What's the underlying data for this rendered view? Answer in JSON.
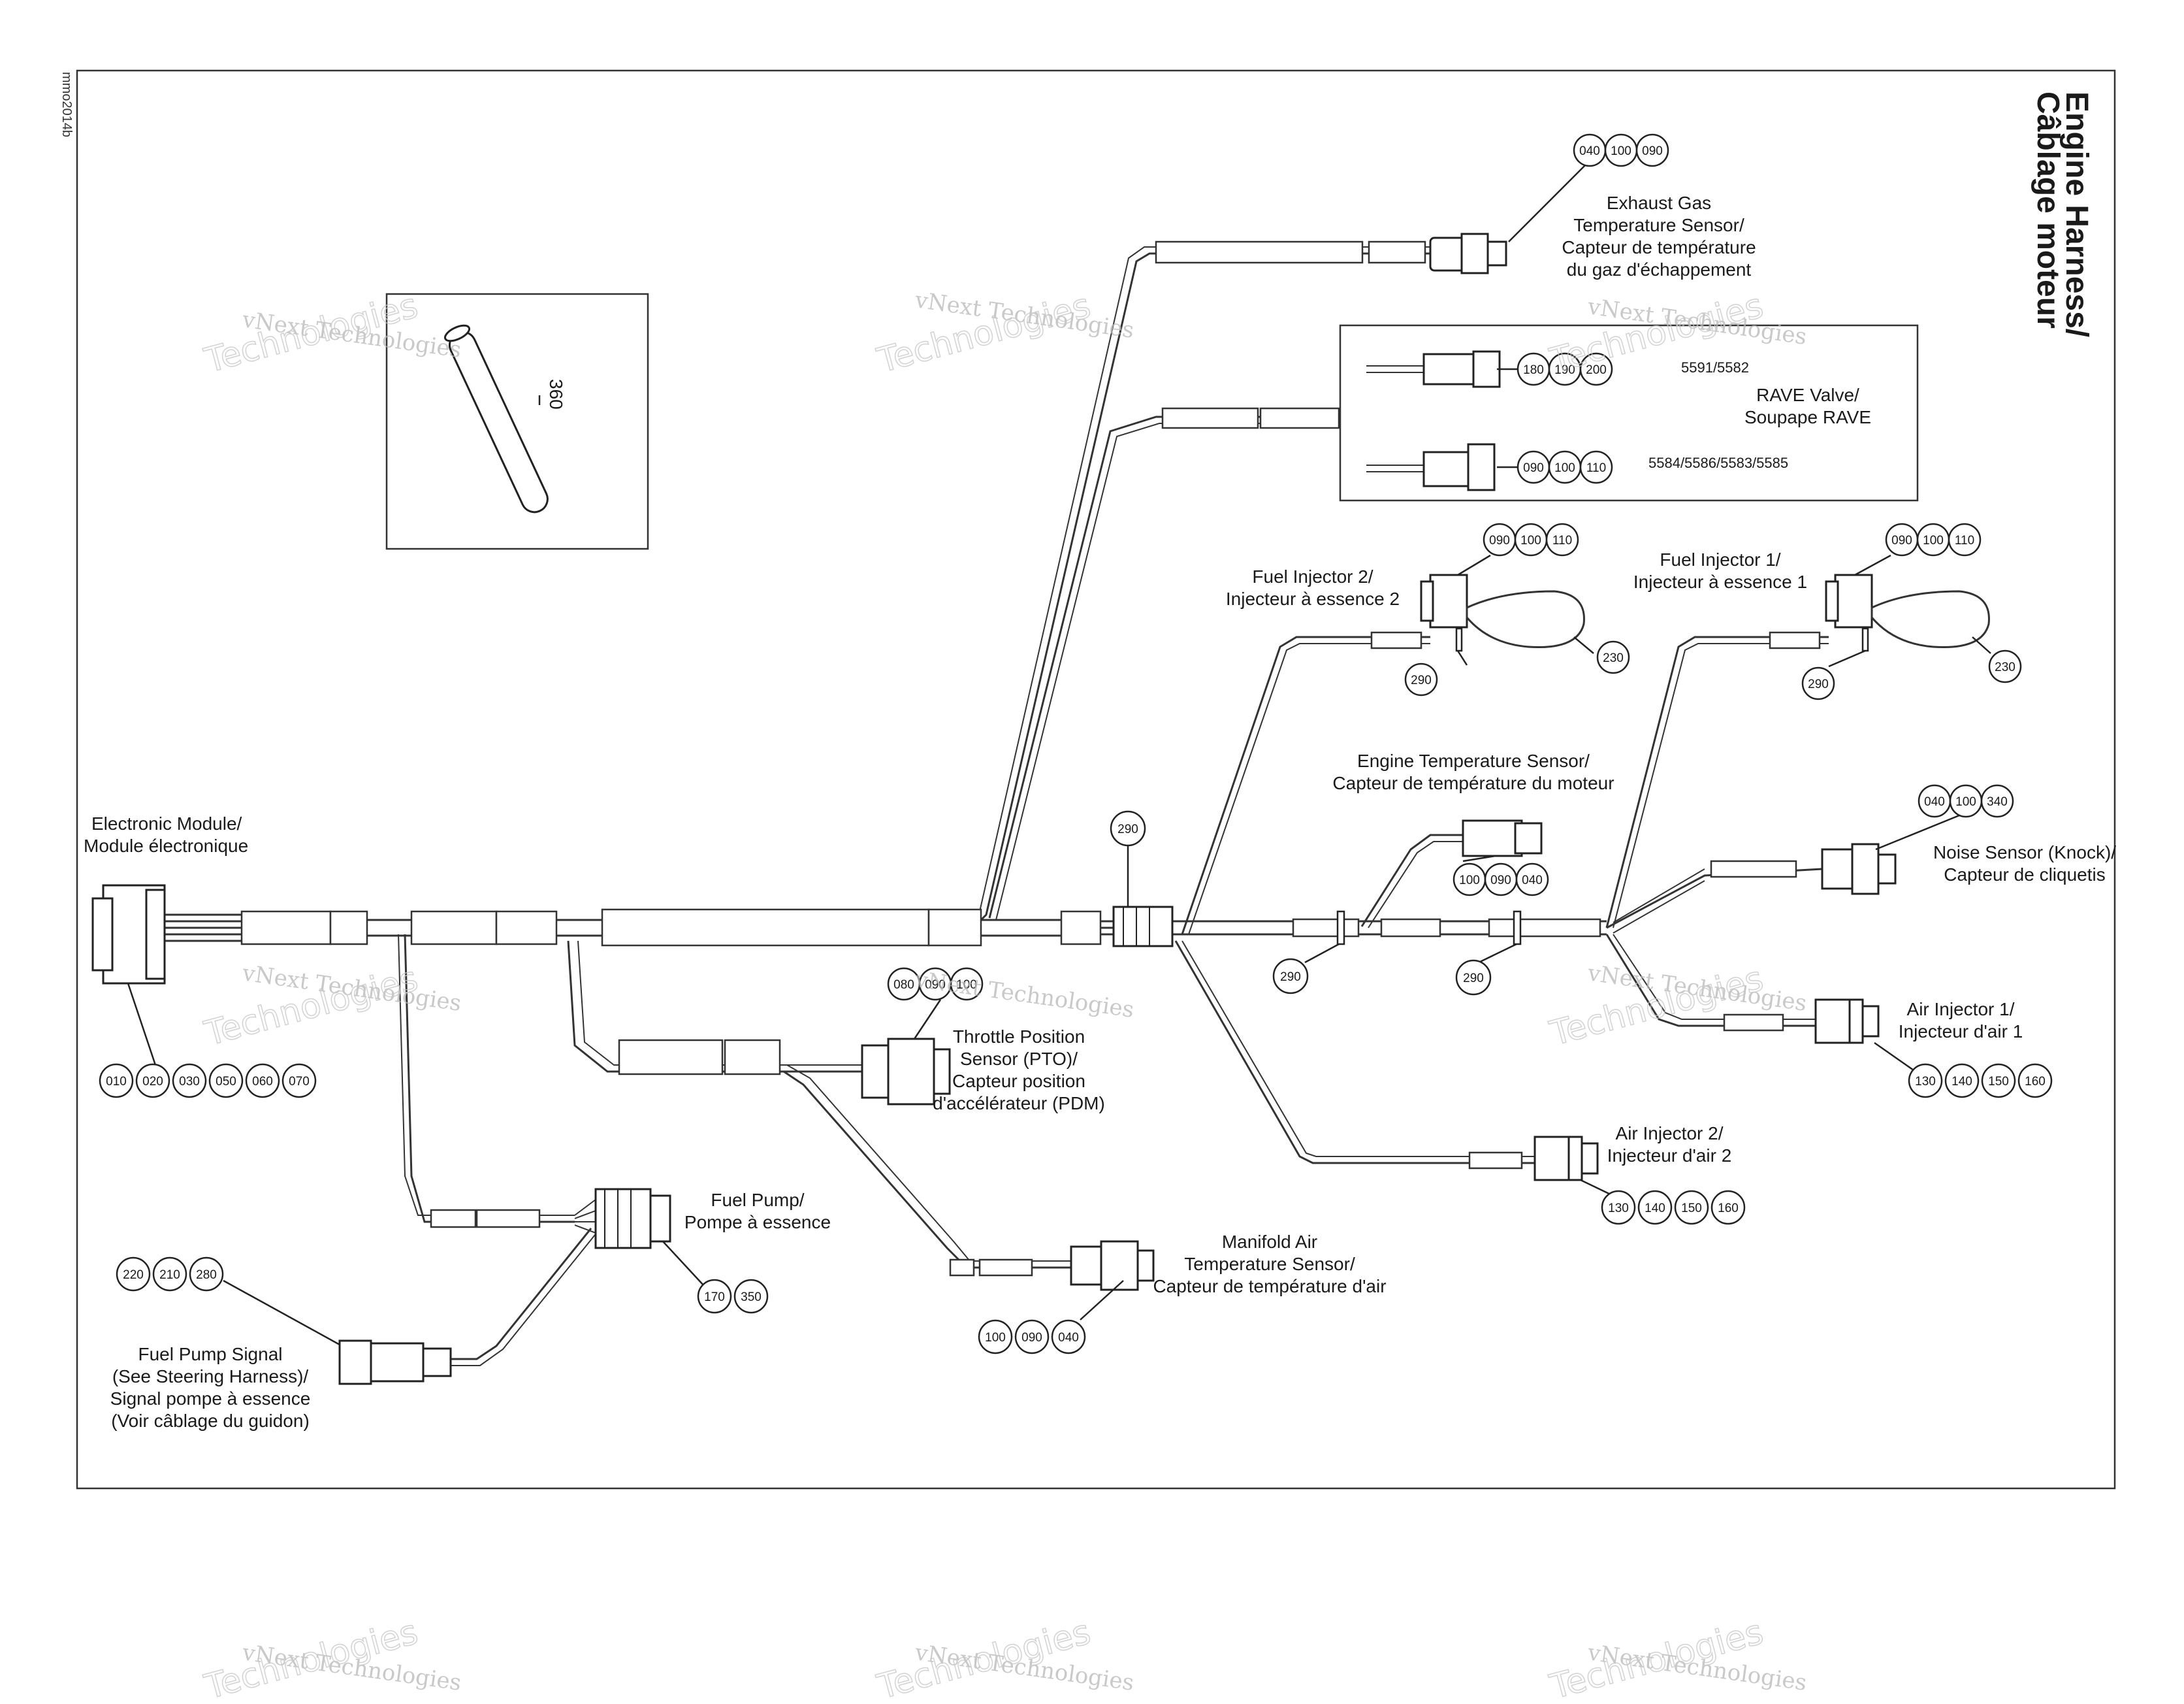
{
  "title": {
    "line1": "Engine Harness/",
    "line2": "Câblage moteur"
  },
  "doc_id": "mmo2014b",
  "watermark": {
    "line1": "vNext Technologies",
    "line2": "Technologies"
  },
  "part_360": {
    "label": "360"
  },
  "labels": {
    "exhaust": [
      "Exhaust Gas",
      "Temperature Sensor/",
      "Capteur de température",
      "du gaz d'échappement"
    ],
    "rave": [
      "RAVE Valve/",
      "Soupape RAVE"
    ],
    "rave_code_1": "5591/5582",
    "rave_code_2": "5584/5586/5583/5585",
    "fuel_inj_2": [
      "Fuel Injector 2/",
      "Injecteur à essence 2"
    ],
    "fuel_inj_1": [
      "Fuel Injector 1/",
      "Injecteur à essence 1"
    ],
    "engine_temp": [
      "Engine Temperature Sensor/",
      "Capteur de température du moteur"
    ],
    "electronic_module": [
      "Electronic Module/",
      "Module électronique"
    ],
    "noise_sensor": [
      "Noise Sensor (Knock)/",
      "Capteur de cliquetis"
    ],
    "throttle": [
      "Throttle Position",
      "Sensor (PTO)/",
      "Capteur position",
      "d'accélérateur (PDM)"
    ],
    "air_inj_1": [
      "Air Injector 1/",
      "Injecteur d'air 1"
    ],
    "air_inj_2": [
      "Air Injector 2/",
      "Injecteur d'air 2"
    ],
    "fuel_pump": [
      "Fuel Pump/",
      "Pompe à essence"
    ],
    "manifold": [
      "Manifold Air",
      "Temperature Sensor/",
      "Capteur de température d'air"
    ],
    "fuel_pump_signal": [
      "Fuel Pump Signal",
      "(See Steering Harness)/",
      "Signal pompe à essence",
      "(Voir câblage du guidon)"
    ]
  },
  "callouts": {
    "exhaust": [
      "040",
      "100",
      "090"
    ],
    "rave_1": [
      "180",
      "190",
      "200"
    ],
    "rave_2": [
      "090",
      "100",
      "110"
    ],
    "fuel_inj_2": [
      "090",
      "100",
      "110"
    ],
    "fuel_inj_2_clip": [
      "290"
    ],
    "fuel_inj_2_loop": [
      "230"
    ],
    "fuel_inj_1": [
      "090",
      "100",
      "110"
    ],
    "fuel_inj_1_clip": [
      "290"
    ],
    "fuel_inj_1_loop": [
      "230"
    ],
    "junction": [
      "290"
    ],
    "engine_temp": [
      "100",
      "090",
      "040"
    ],
    "tie_1": [
      "290"
    ],
    "tie_2": [
      "290"
    ],
    "noise": [
      "040",
      "100",
      "340"
    ],
    "throttle": [
      "080",
      "090",
      "100"
    ],
    "module": [
      "010",
      "020",
      "030",
      "050",
      "060",
      "070"
    ],
    "air_inj_1": [
      "130",
      "140",
      "150",
      "160"
    ],
    "air_inj_2": [
      "130",
      "140",
      "150",
      "160"
    ],
    "fuel_pump": [
      "170",
      "350"
    ],
    "fuel_pump_signal": [
      "220",
      "210",
      "280"
    ],
    "manifold": [
      "100",
      "090",
      "040"
    ]
  }
}
